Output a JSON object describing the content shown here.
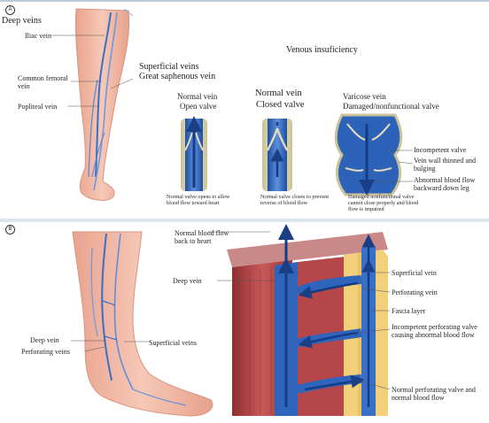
{
  "panel_a": {
    "letter": "A",
    "deep_veins": "Deep veins",
    "iliac_vein": "Iliac vein",
    "common_femoral_vein": "Common femoral vein",
    "popliteal_vein": "Popliteal vein",
    "superficial_veins": "Superficial veins",
    "great_saphenous_vein": "Great saphenous vein",
    "title": "Venous insuficiency",
    "normal_open_title": "Normal vein",
    "normal_open_sub": "Open valve",
    "normal_open_caption": "Normal valve opens to allow blood flow toward heart",
    "normal_closed_title": "Normal vein",
    "normal_closed_sub": "Closed valve",
    "normal_closed_caption": "Normal valve closes to prevent reverse of blood flow",
    "varicose_title": "Varicose vein",
    "varicose_sub": "Damaged/nonfunctional valve",
    "varicose_caption": "Damaged nonfunctional valve cannot close properly and blood flow is impaired",
    "incompetent_valve": "Incompetent valve",
    "vein_wall": "Vein wall thinned and bulging",
    "abnormal_flow": "Abnormal blood flow backward down leg"
  },
  "panel_b": {
    "letter": "B",
    "normal_flow_heart": "Normal blood flow back to heart",
    "deep_vein_top": "Deep vein",
    "deep_vein": "Deep vein",
    "perforating_veins": "Perforating veins",
    "superficial_veins": "Superficial veins",
    "superficial_vein": "Superficial vein",
    "perforating_vein": "Perforating vein",
    "fascia_layer": "Fascia layer",
    "incompetent_perforating": "Incompetent perforating valve causing abnormal blood flow",
    "normal_perforating": "Normal perforating valve and normal blood flow"
  },
  "colors": {
    "skin": "#f2b9a5",
    "vein": "#2b5fb8",
    "vein_light": "#6f9de0",
    "muscle": "#b8484a",
    "fat": "#f3d27a"
  }
}
